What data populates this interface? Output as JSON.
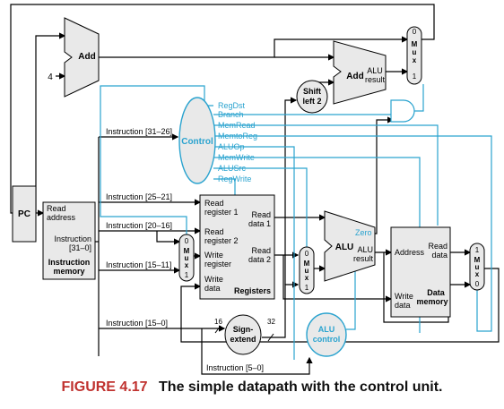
{
  "colors": {
    "control_lines": "#2aa3cf",
    "data_lines": "#000000",
    "unit_fill": "#e9e9e9",
    "caption_accent": "#c0322f"
  },
  "units": {
    "pc": "PC",
    "add_top": "Add",
    "add_branch": "Add",
    "add_branch_result_line1": "ALU",
    "add_branch_result_line2": "result",
    "four": "4",
    "shift_left_line1": "Shift",
    "shift_left_line2": "left 2",
    "control": "Control",
    "instr_mem_read": "Read",
    "instr_mem_address": "address",
    "instr_mem_instruction": "Instruction",
    "instr_mem_bits": "[31–0]",
    "instr_mem_title1": "Instruction",
    "instr_mem_title2": "memory",
    "reg_read1_a": "Read",
    "reg_read1_b": "register 1",
    "reg_read2_a": "Read",
    "reg_read2_b": "register 2",
    "reg_write_a": "Write",
    "reg_write_b": "register",
    "reg_wdata_a": "Write",
    "reg_wdata_b": "data",
    "reg_rdata1_a": "Read",
    "reg_rdata1_b": "data 1",
    "reg_rdata2_a": "Read",
    "reg_rdata2_b": "data 2",
    "registers": "Registers",
    "alu_main": "ALU",
    "alu_zero": "Zero",
    "alu_result_a": "ALU",
    "alu_result_b": "result",
    "dmem_address": "Address",
    "dmem_read_a": "Read",
    "dmem_read_b": "data",
    "dmem_write_a": "Write",
    "dmem_write_b": "data",
    "dmem_title_a": "Data",
    "dmem_title_b": "memory",
    "sign_extend_a": "Sign-",
    "sign_extend_b": "extend",
    "alu_control_a": "ALU",
    "alu_control_b": "control",
    "mux_letters": [
      "M",
      "u",
      "x"
    ],
    "mux_zero": "0",
    "mux_one": "1",
    "bits16": "16",
    "bits32": "32"
  },
  "signals": [
    "RegDst",
    "Branch",
    "MemRead",
    "MemtoReg",
    "ALUOp",
    "MemWrite",
    "ALUSrc",
    "RegWrite"
  ],
  "instruction_fields": {
    "f31_26": "Instruction [31–26]",
    "f25_21": "Instruction [25–21]",
    "f20_16": "Instruction [20–16]",
    "f15_11": "Instruction [15–11]",
    "f15_0": "Instruction [15–0]",
    "f5_0": "Instruction [5–0]"
  },
  "caption": {
    "number": "FIGURE 4.17",
    "text": "The simple datapath with the control unit."
  }
}
